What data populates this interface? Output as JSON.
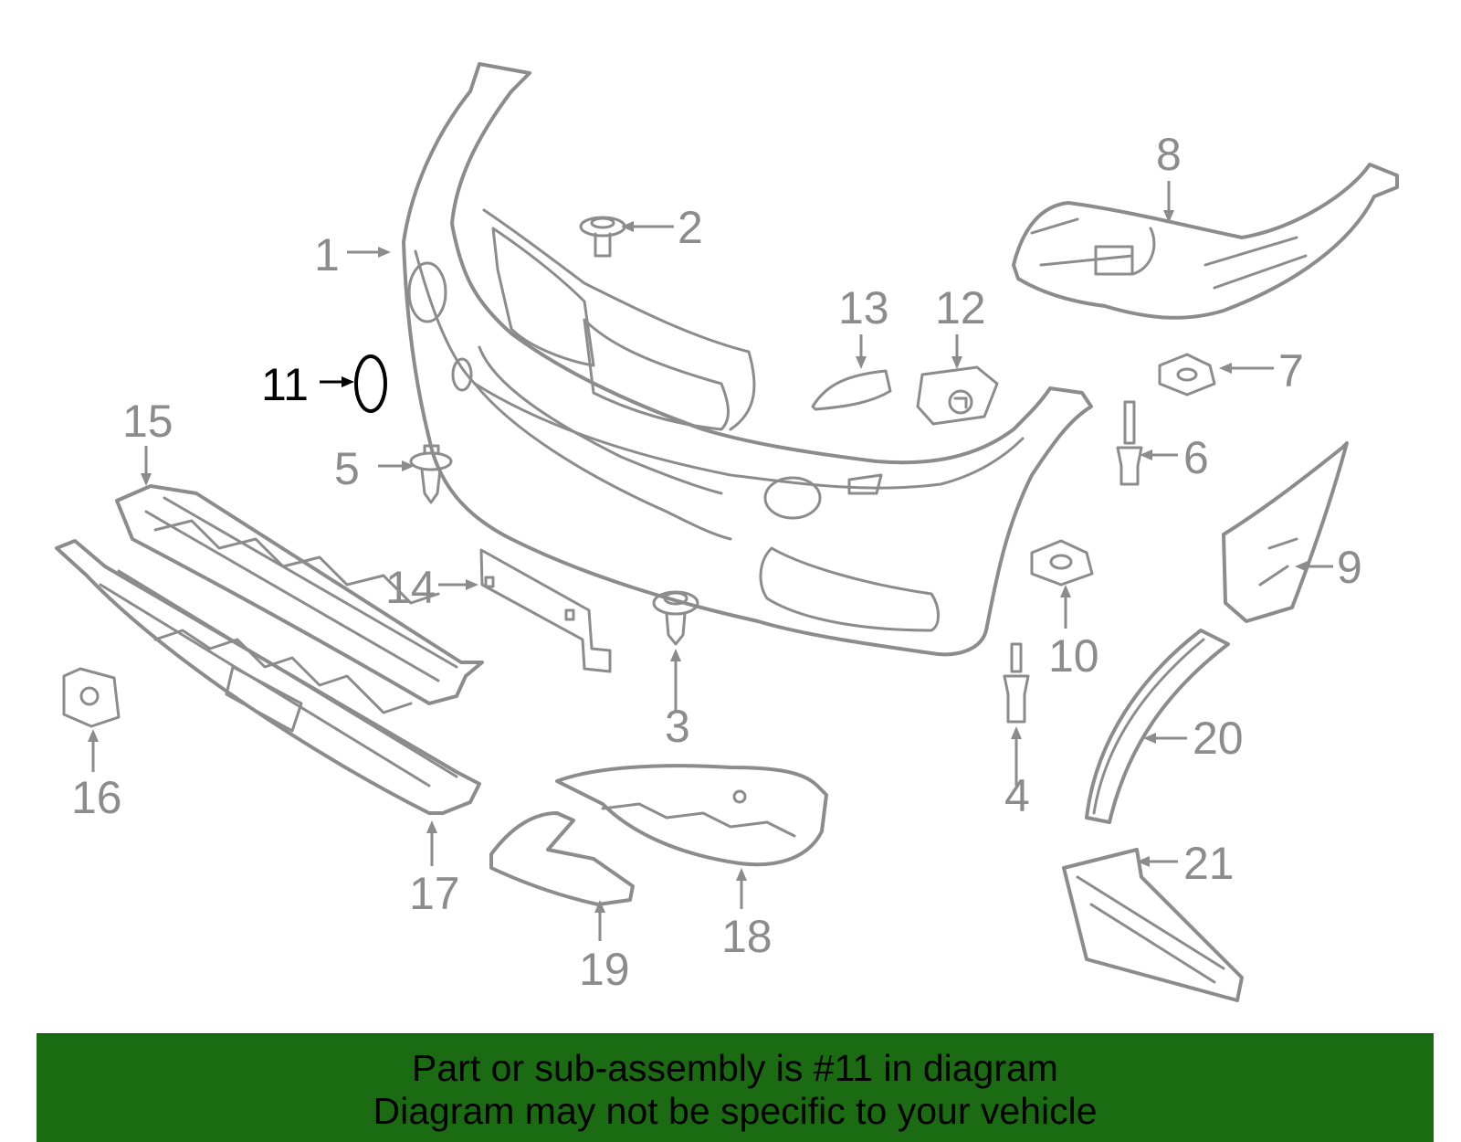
{
  "callouts": {
    "c1": "1",
    "c2": "2",
    "c3": "3",
    "c4": "4",
    "c5": "5",
    "c6": "6",
    "c7": "7",
    "c8": "8",
    "c9": "9",
    "c10": "10",
    "c11": "11",
    "c12": "12",
    "c13": "13",
    "c14": "14",
    "c15": "15",
    "c16": "16",
    "c17": "17",
    "c18": "18",
    "c19": "19",
    "c20": "20",
    "c21": "21"
  },
  "highlighted_part": "11",
  "colors": {
    "line_gray": "#8c8c8c",
    "highlight": "#000000",
    "banner_green": "#1b6b13"
  },
  "banner": {
    "line1": "Part or sub-assembly is #11 in diagram",
    "line2": "Diagram may not be specific to your vehicle"
  }
}
